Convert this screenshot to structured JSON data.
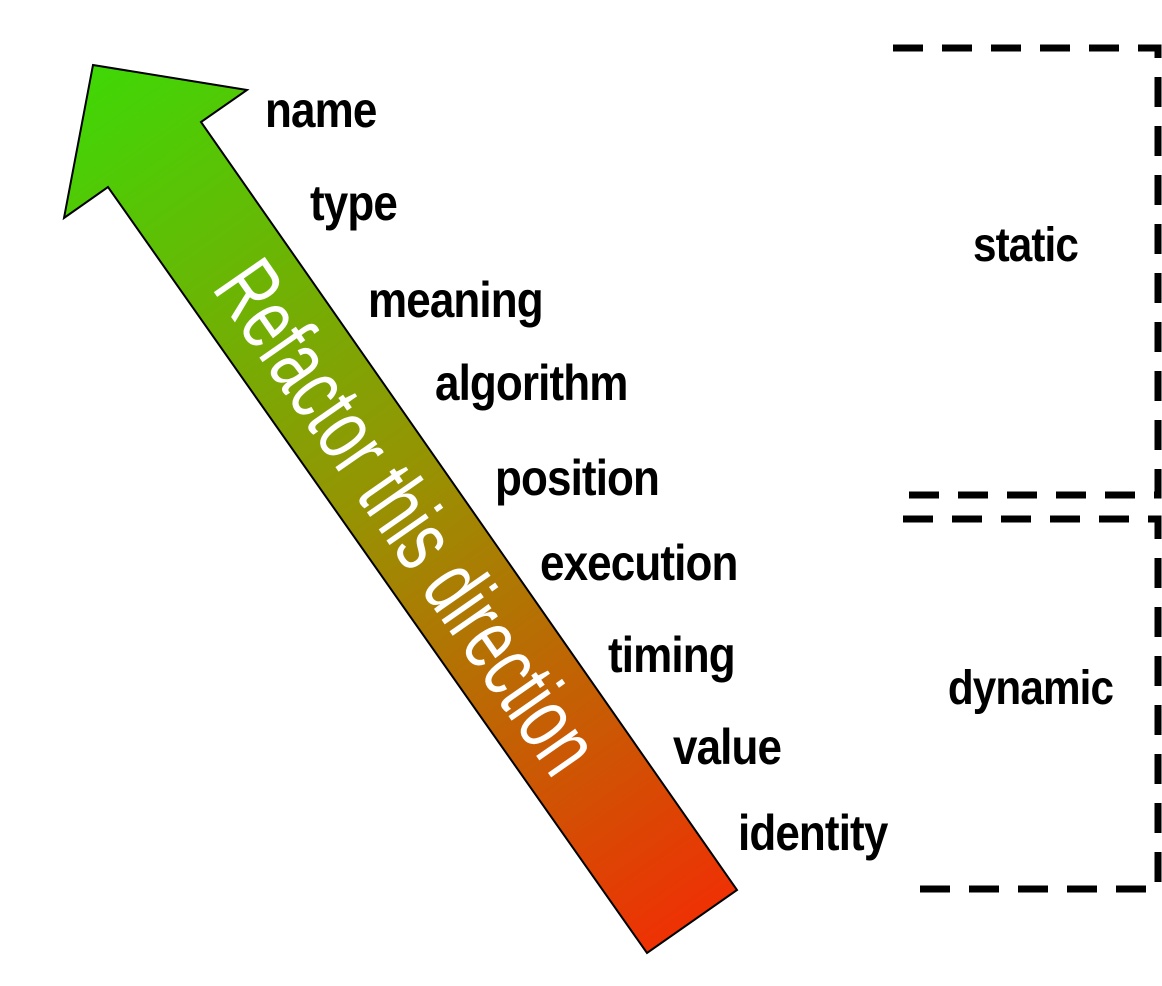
{
  "diagram": {
    "arrow_label": "Refactor this direction",
    "properties": [
      "name",
      "type",
      "meaning",
      "algorithm",
      "position",
      "execution",
      "timing",
      "value",
      "identity"
    ],
    "groups": {
      "static_label": "static",
      "dynamic_label": "dynamic"
    },
    "colors": {
      "arrow_green": "#3fd806",
      "arrow_olive": "#979203",
      "arrow_red": "#ee3104",
      "arrow_outline": "#000000",
      "arrow_text": "#ffffff",
      "label_text": "#000000",
      "bracket": "#000000",
      "background": "#ffffff"
    }
  }
}
